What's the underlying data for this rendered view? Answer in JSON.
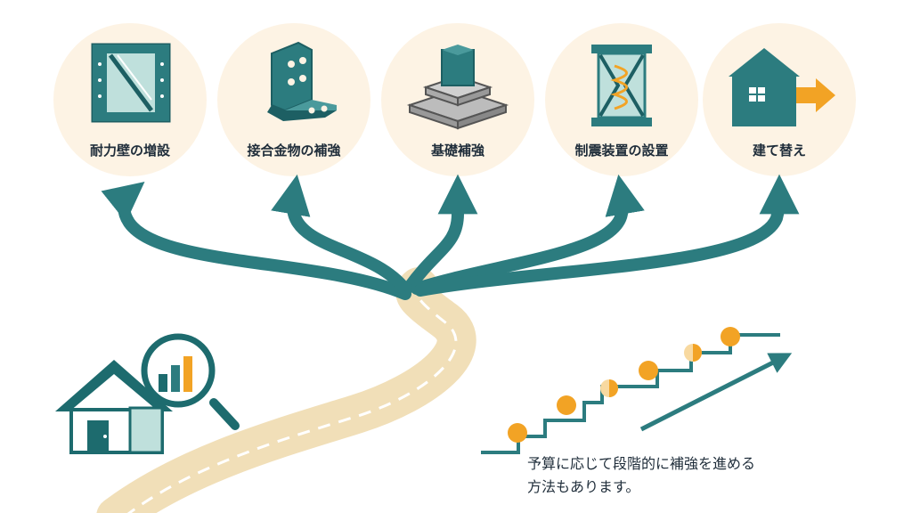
{
  "options": [
    {
      "label": "耐力壁の増設",
      "icon": "shear-wall-icon"
    },
    {
      "label": "接合金物の補強",
      "icon": "metal-bracket-icon"
    },
    {
      "label": "基礎補強",
      "icon": "foundation-icon"
    },
    {
      "label": "制震装置の設置",
      "icon": "damper-icon"
    },
    {
      "label": "建て替え",
      "icon": "rebuild-house-icon"
    }
  ],
  "caption": {
    "line1": "予算に応じて段階的に補強を進める",
    "line2": "方法もあります。"
  },
  "colors": {
    "teal": "#2c7c7f",
    "dark_teal": "#1d5f63",
    "road": "#f1dfb8",
    "circle_bg": "#fdf3e4",
    "orange": "#f2a325"
  }
}
